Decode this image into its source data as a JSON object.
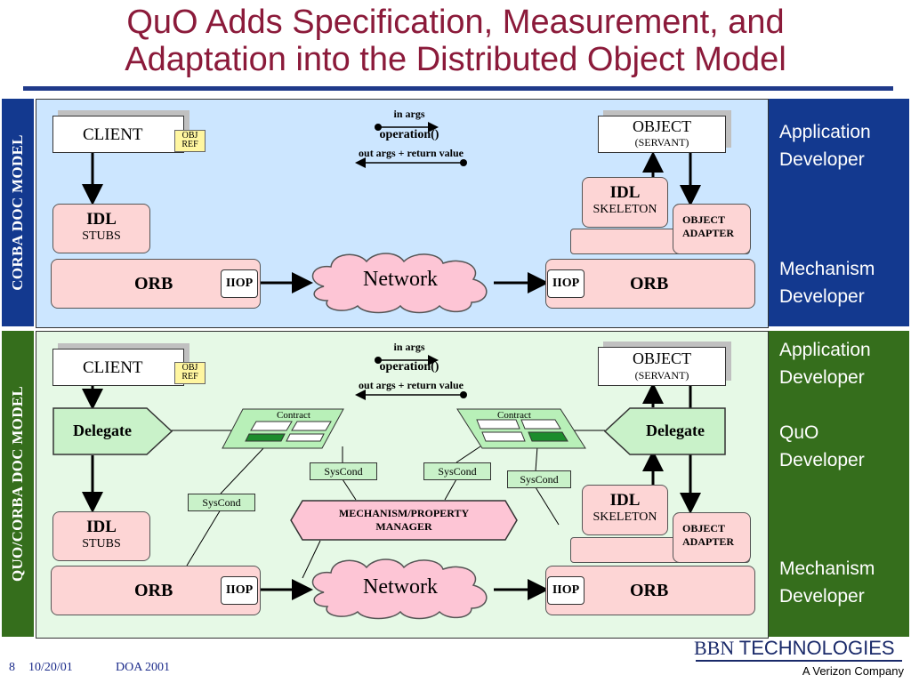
{
  "title": {
    "line1": "QuO Adds Specification, Measurement, and",
    "line2": "Adaptation into the Distributed Object Model"
  },
  "top_panel": {
    "sidebar_label": "CORBA DOC MODEL",
    "client": "CLIENT",
    "obj_ref_1": "OBJ",
    "obj_ref_2": "REF",
    "in_args": "in args",
    "operation": "operation()",
    "out_args": "out args + return value",
    "object": "OBJECT",
    "servant": "(SERVANT)",
    "idl_skel_1": "IDL",
    "idl_skel_2": "SKELETON",
    "idl_stubs_1": "IDL",
    "idl_stubs_2": "STUBS",
    "obj_adapter_1": "OBJECT",
    "obj_adapter_2": "ADAPTER",
    "orb_left": "ORB",
    "orb_right": "ORB",
    "iiop_left": "IIOP",
    "iiop_right": "IIOP",
    "network": "Network"
  },
  "bottom_panel": {
    "sidebar_label": "QUO/CORBA DOC MODEL",
    "client": "CLIENT",
    "obj_ref_1": "OBJ",
    "obj_ref_2": "REF",
    "in_args": "in args",
    "operation": "operation()",
    "out_args": "out args + return value",
    "object": "OBJECT",
    "servant": "(SERVANT)",
    "delegate_left": "Delegate",
    "delegate_right": "Delegate",
    "contract_left": "Contract",
    "contract_right": "Contract",
    "syscond_1": "SysCond",
    "syscond_2": "SysCond",
    "syscond_3": "SysCond",
    "syscond_4": "SysCond",
    "mech_1": "MECHANISM/PROPERTY",
    "mech_2": "MANAGER",
    "idl_skel_1": "IDL",
    "idl_skel_2": "SKELETON",
    "idl_stubs_1": "IDL",
    "idl_stubs_2": "STUBS",
    "obj_adapter_1": "OBJECT",
    "obj_adapter_2": "ADAPTER",
    "orb_left": "ORB",
    "orb_right": "ORB",
    "iiop_left": "IIOP",
    "iiop_right": "IIOP",
    "network": "Network"
  },
  "right_top": {
    "app_1": "Application",
    "app_2": "Developer",
    "mech_1": "Mechanism",
    "mech_2": "Developer"
  },
  "right_bottom": {
    "app_1": "Application",
    "app_2": "Developer",
    "quo_1": "QuO",
    "quo_2": "Developer",
    "mech_1": "Mechanism",
    "mech_2": "Developer"
  },
  "footer": {
    "page": "8",
    "date": "10/20/01",
    "event": "DOA 2001",
    "logo_bbn": "BBN",
    "logo_tech": "TECHNOLOGIES",
    "logo_sub": "A Verizon Company"
  },
  "colors": {
    "title": "#8b1a3a",
    "top_panel_bg": "#cce6ff",
    "bottom_panel_bg": "#e6f9e6",
    "corba_blue": "#13398f",
    "quo_green": "#356e1c",
    "box_pink": "#fdd5d5",
    "delegate_green": "#c9f2c9"
  }
}
